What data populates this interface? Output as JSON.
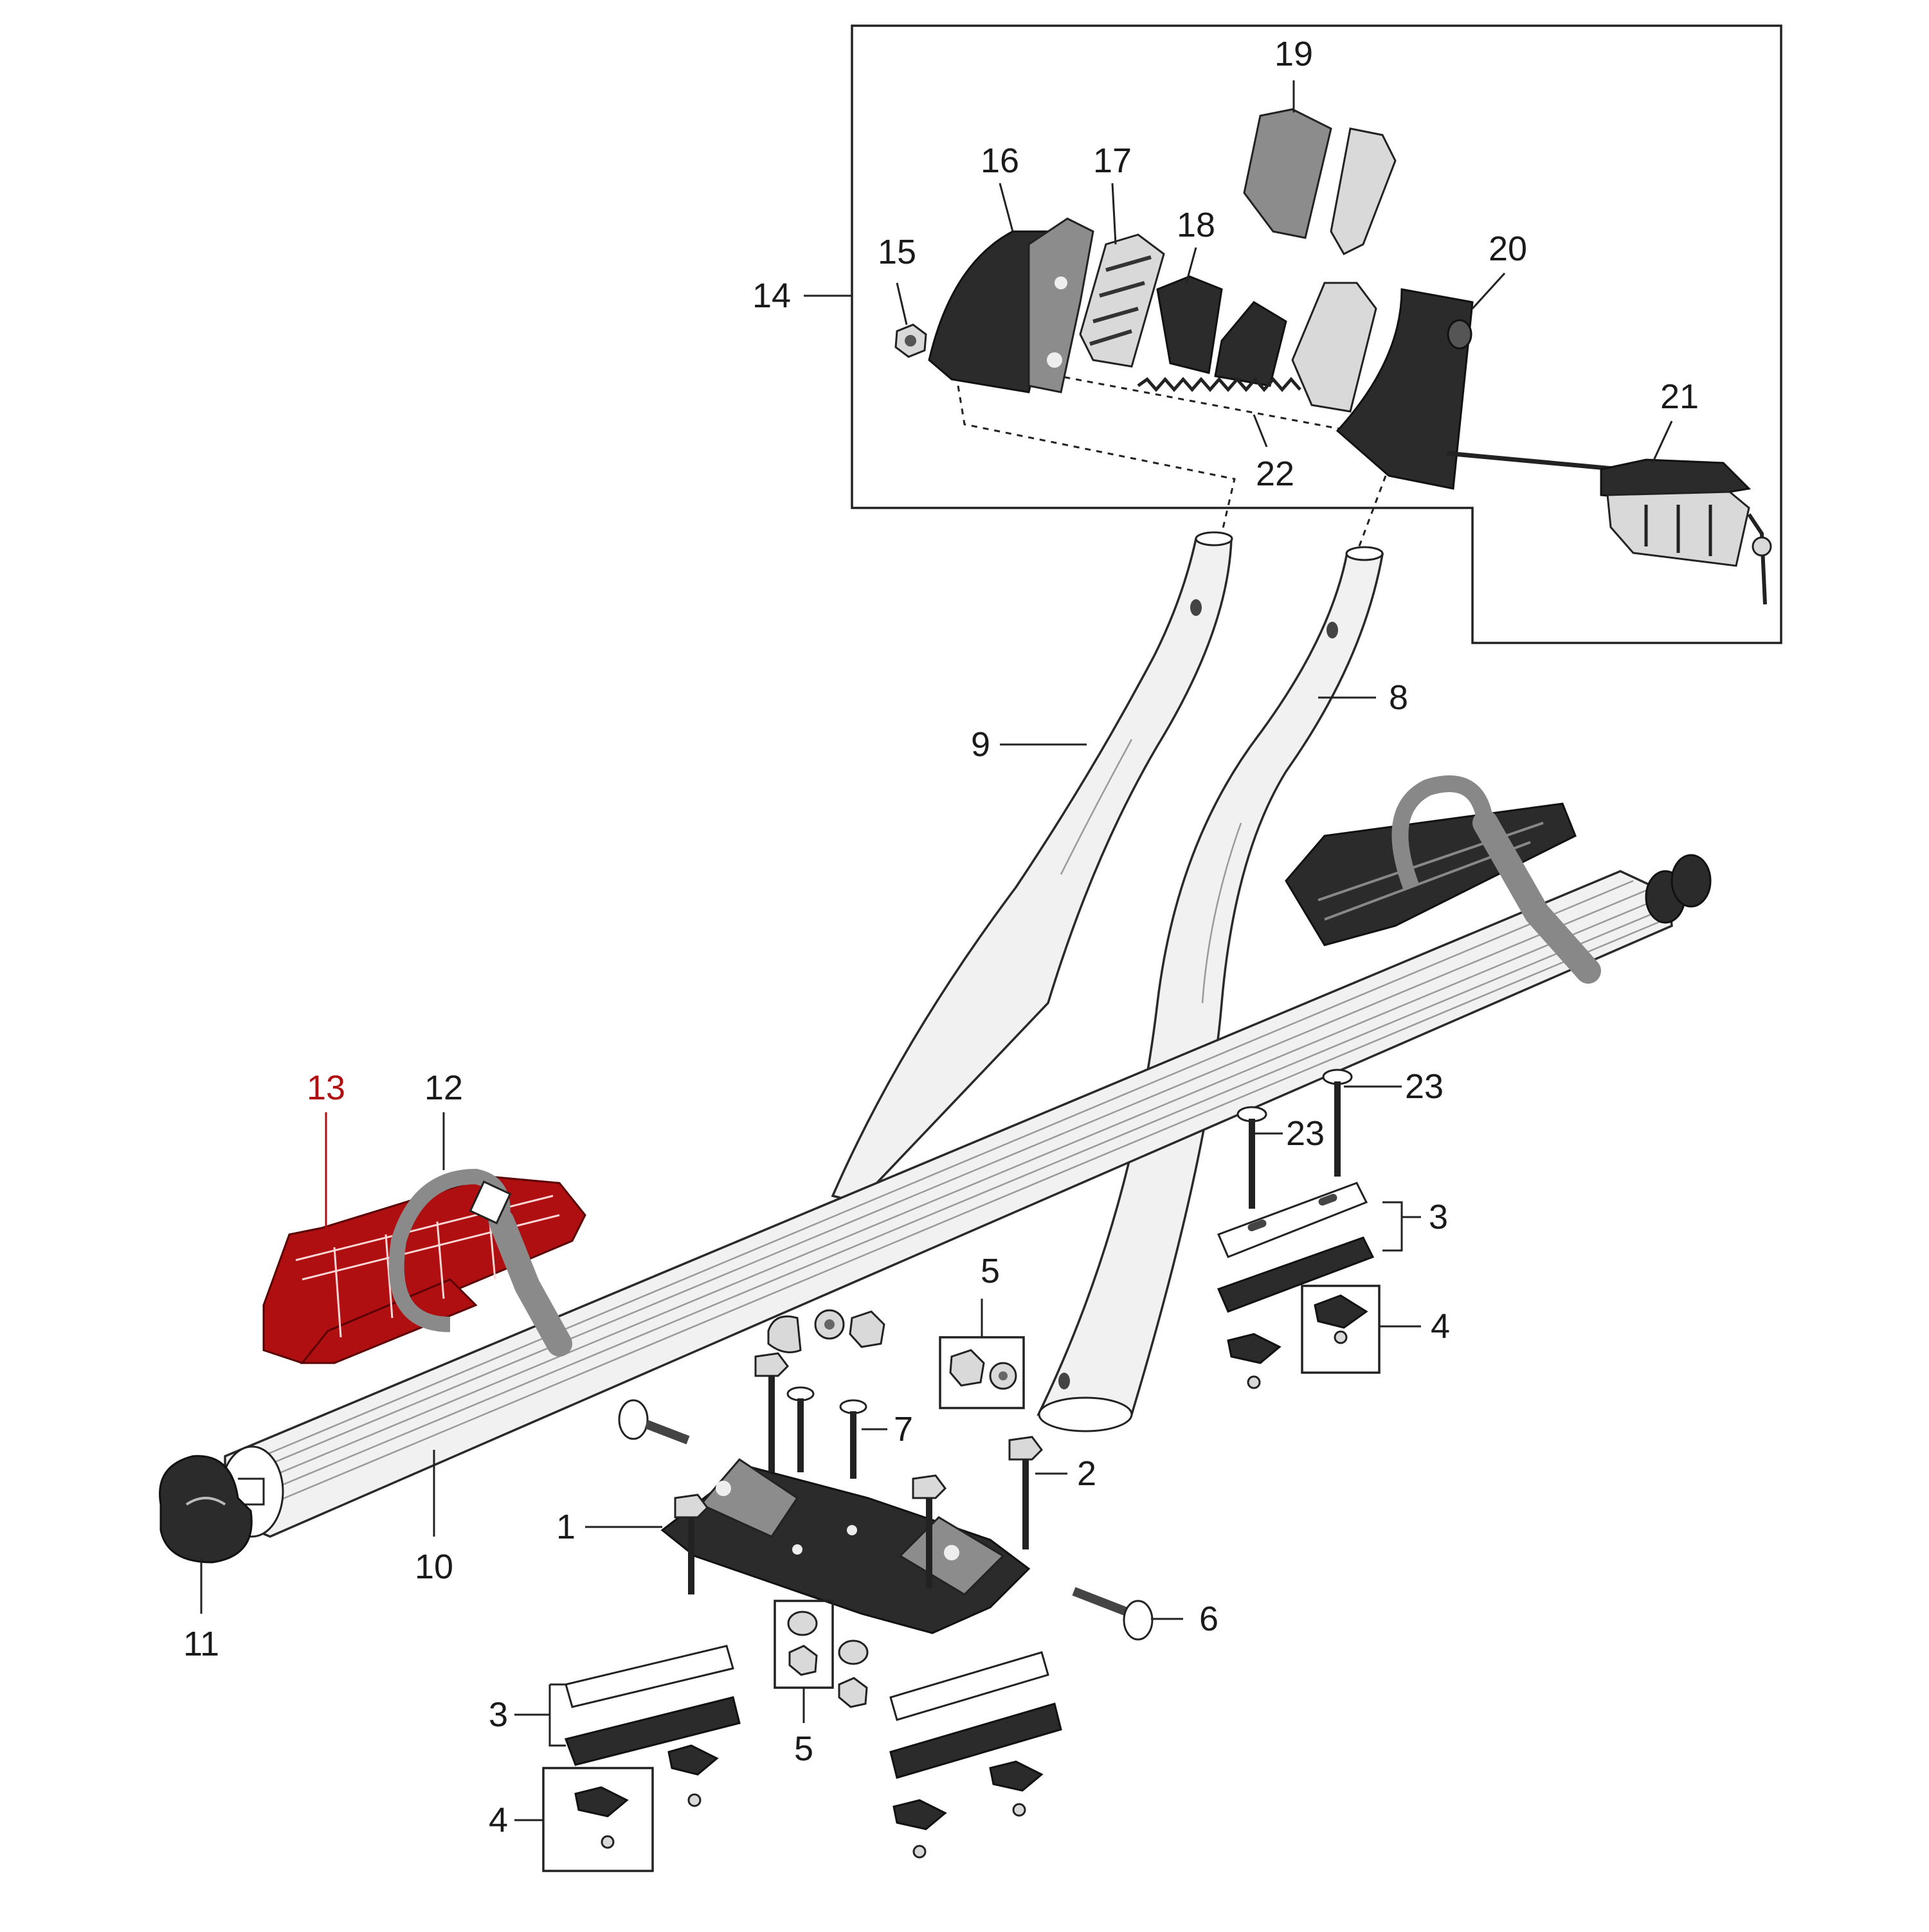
{
  "diagram": {
    "highlight_color": "#b00f12",
    "callouts": [
      {
        "id": "1",
        "label": "1"
      },
      {
        "id": "2",
        "label": "2"
      },
      {
        "id": "3a",
        "label": "3"
      },
      {
        "id": "3b",
        "label": "3"
      },
      {
        "id": "4a",
        "label": "4"
      },
      {
        "id": "4b",
        "label": "4"
      },
      {
        "id": "5a",
        "label": "5"
      },
      {
        "id": "5b",
        "label": "5"
      },
      {
        "id": "6",
        "label": "6"
      },
      {
        "id": "7",
        "label": "7"
      },
      {
        "id": "8",
        "label": "8"
      },
      {
        "id": "9",
        "label": "9"
      },
      {
        "id": "10",
        "label": "10"
      },
      {
        "id": "11",
        "label": "11"
      },
      {
        "id": "12",
        "label": "12"
      },
      {
        "id": "13",
        "label": "13",
        "highlighted": true
      },
      {
        "id": "14",
        "label": "14"
      },
      {
        "id": "15",
        "label": "15"
      },
      {
        "id": "16",
        "label": "16"
      },
      {
        "id": "17",
        "label": "17"
      },
      {
        "id": "18",
        "label": "18"
      },
      {
        "id": "19",
        "label": "19"
      },
      {
        "id": "20",
        "label": "20"
      },
      {
        "id": "21",
        "label": "21"
      },
      {
        "id": "22",
        "label": "22"
      },
      {
        "id": "23a",
        "label": "23"
      },
      {
        "id": "23b",
        "label": "23"
      }
    ]
  }
}
